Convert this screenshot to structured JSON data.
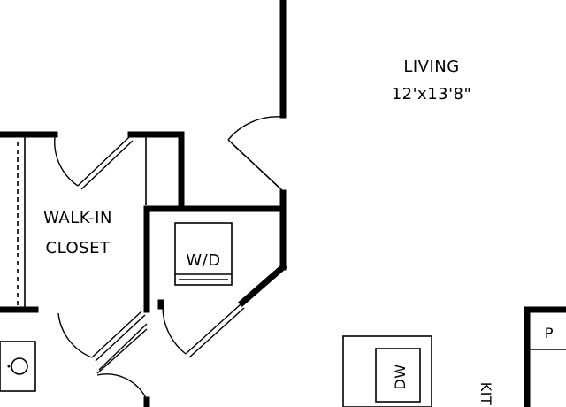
{
  "rooms": {
    "living": {
      "name": "LIVING",
      "dimensions": "12'x13'8\""
    },
    "closet": {
      "line1": "WALK-IN",
      "line2": "CLOSET"
    },
    "washer_dryer": {
      "label": "W/D"
    },
    "dishwasher": {
      "label": "DW"
    },
    "pantry": {
      "label": "P"
    },
    "kitchen": {
      "label_partial": "KIT"
    }
  },
  "colors": {
    "line": "#000000",
    "background": "#ffffff"
  }
}
